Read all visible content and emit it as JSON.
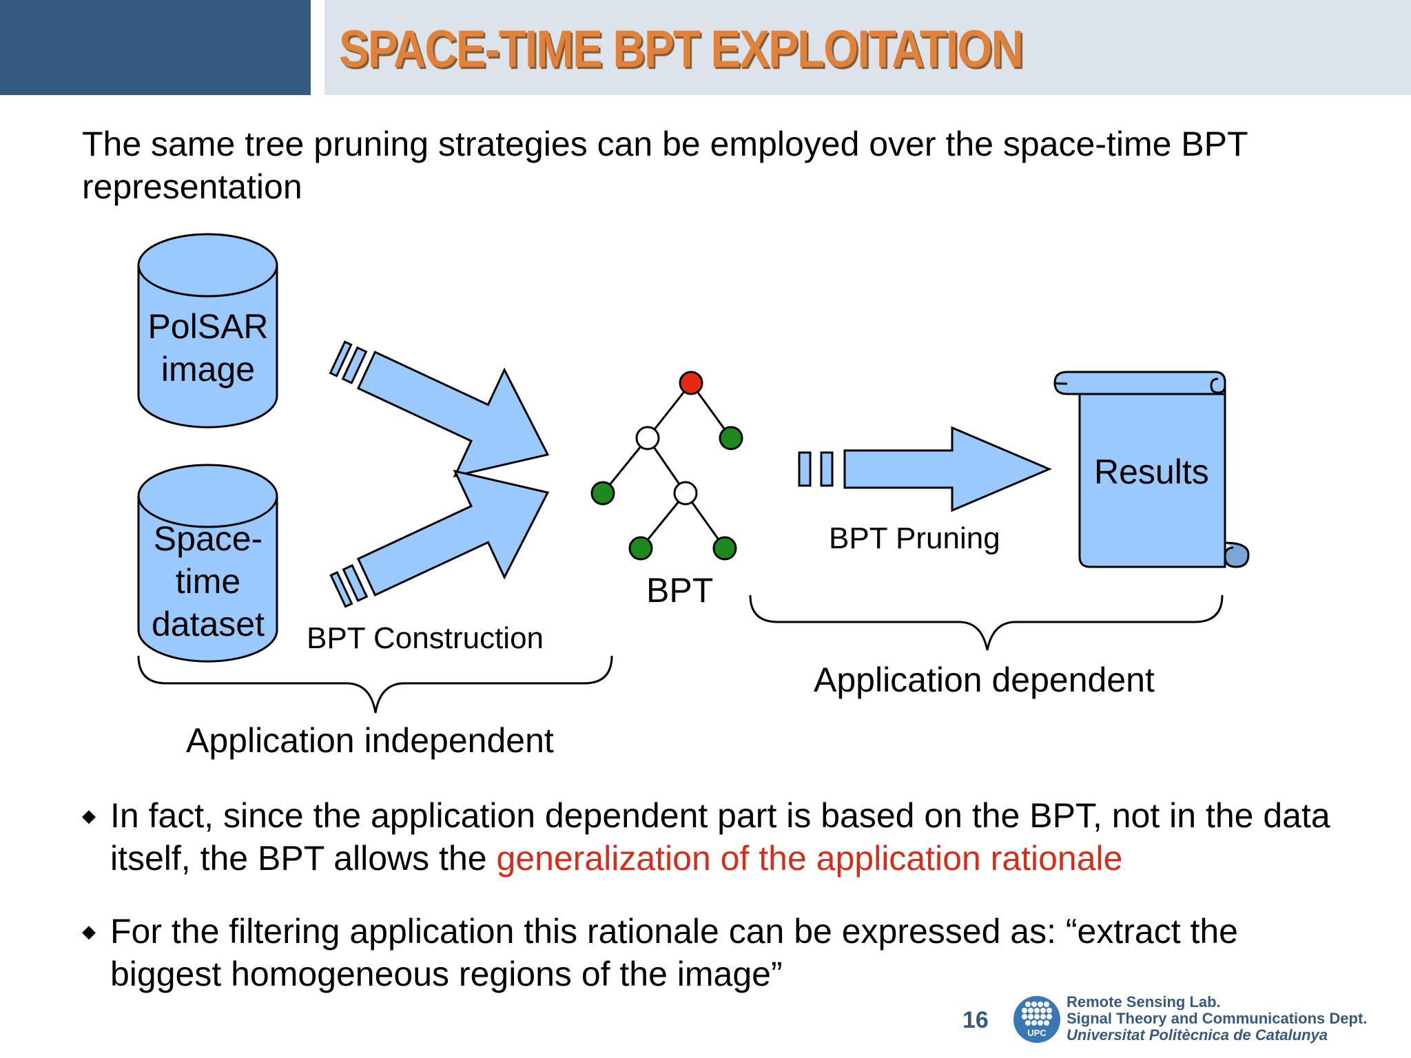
{
  "title": "SPACE-TIME BPT EXPLOITATION",
  "intro_text": "The same tree pruning strategies can be employed over the space-time BPT representation",
  "diagram": {
    "cylinder1_lines": [
      "PolSAR",
      "image"
    ],
    "cylinder2_lines": [
      "Space-",
      "time",
      "dataset"
    ],
    "construction_label": "BPT Construction",
    "bpt_label": "BPT",
    "pruning_label": "BPT Pruning",
    "results_label": "Results",
    "independent_label": "Application independent",
    "dependent_label": "Application dependent",
    "colors": {
      "shape_fill": "#99c9ff",
      "root_node": "#e62a12",
      "leaf_node": "#1e8a1e",
      "internal_node": "#ffffff"
    }
  },
  "bullets": [
    {
      "text_before": "In fact, since the application dependent part is based on the BPT, not in the data itself, the BPT allows the ",
      "highlight": "generalization of the application rationale",
      "text_after": ""
    },
    {
      "text_before": "For the filtering application this rationale can be expressed as: “extract the biggest homogeneous regions of the image”",
      "highlight": "",
      "text_after": ""
    }
  ],
  "footer": {
    "page_number": "16",
    "logo_text": "UPC",
    "line1": "Remote Sensing Lab.",
    "line2": "Signal Theory and Communications Dept.",
    "line3": "Universitat Politècnica de Catalunya"
  }
}
